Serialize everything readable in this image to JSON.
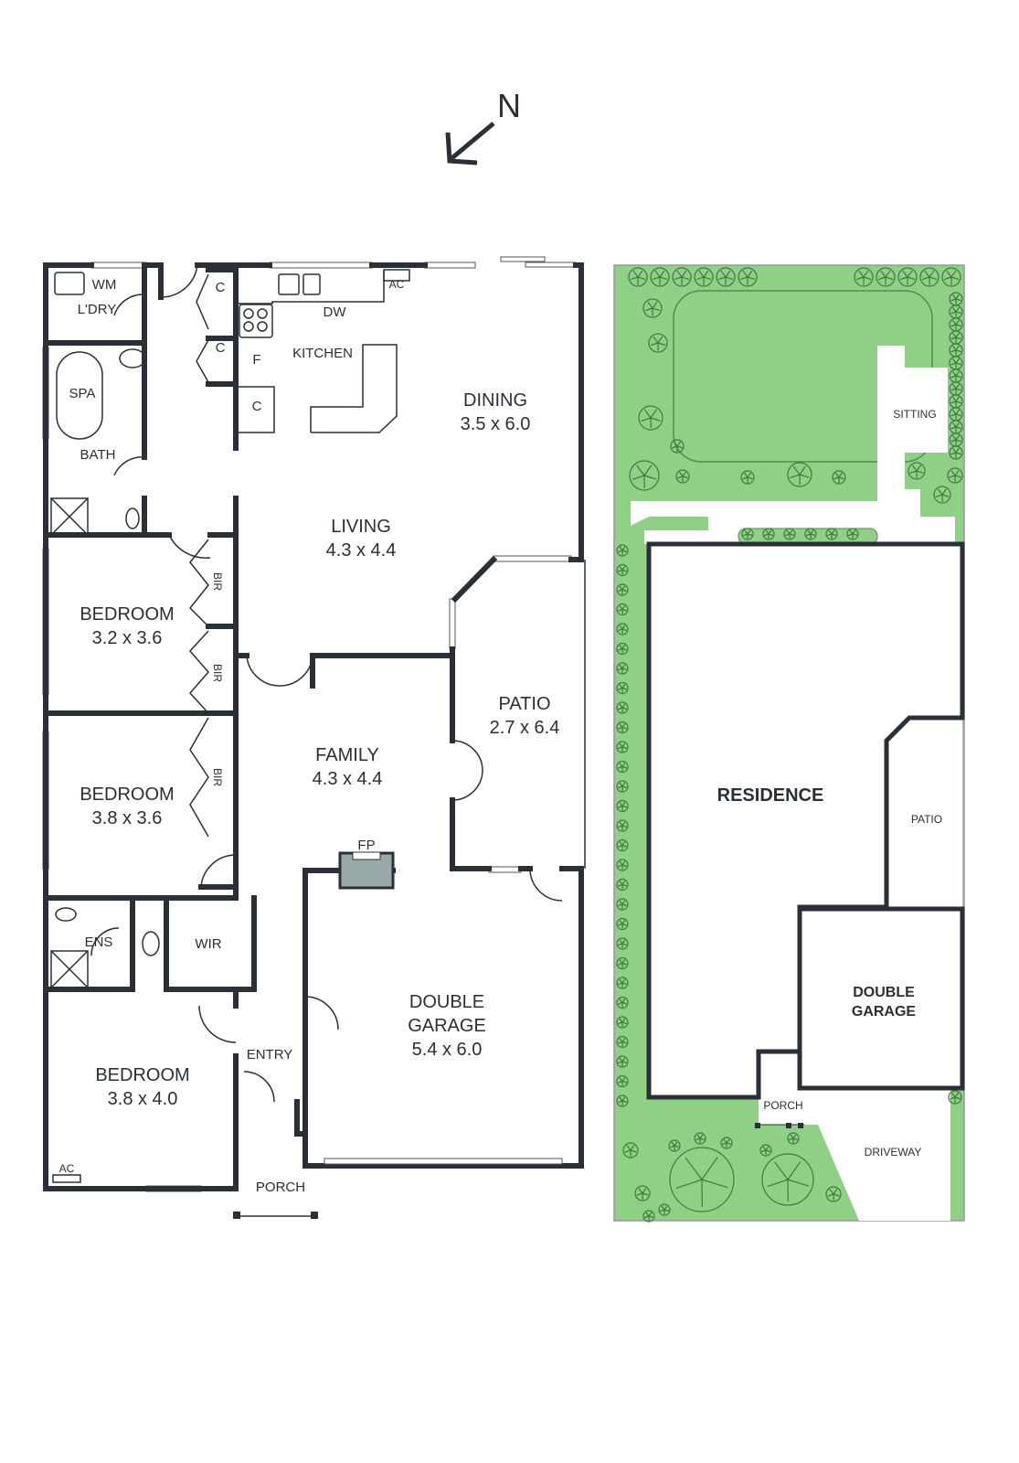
{
  "compass": {
    "label": "N"
  },
  "floorplan": {
    "rooms": [
      {
        "name": "WM",
        "dims": ""
      },
      {
        "name": "L'DRY",
        "dims": ""
      },
      {
        "name": "SPA",
        "dims": ""
      },
      {
        "name": "BATH",
        "dims": ""
      },
      {
        "name": "KITCHEN",
        "dims": ""
      },
      {
        "name": "DINING",
        "dims": "3.5 x 6.0"
      },
      {
        "name": "LIVING",
        "dims": "4.3 x 4.4"
      },
      {
        "name": "BEDROOM",
        "dims": "3.2 x 3.6"
      },
      {
        "name": "BEDROOM",
        "dims": "3.8 x 3.6"
      },
      {
        "name": "FAMILY",
        "dims": "4.3 x 4.4"
      },
      {
        "name": "PATIO",
        "dims": "2.7 x 6.4"
      },
      {
        "name": "ENS",
        "dims": ""
      },
      {
        "name": "WIR",
        "dims": ""
      },
      {
        "name": "BEDROOM",
        "dims": "3.8 x 4.0"
      },
      {
        "name": "ENTRY",
        "dims": ""
      },
      {
        "name": "DOUBLE",
        "dims": "GARAGE"
      },
      {
        "name": "PORCH",
        "dims": ""
      }
    ],
    "garage_dims": "5.4 x 6.0",
    "fixtures": {
      "c1": "C",
      "c2": "C",
      "c3": "C",
      "f": "F",
      "dw": "DW",
      "ac1": "AC",
      "ac2": "AC",
      "fp": "FP",
      "bir1": "BIR",
      "bir2": "BIR",
      "bir3": "BIR"
    }
  },
  "siteplan": {
    "residence": "RESIDENCE",
    "garage_line1": "DOUBLE",
    "garage_line2": "GARAGE",
    "patio": "PATIO",
    "sitting": "SITTING",
    "porch": "PORCH",
    "driveway": "DRIVEWAY",
    "colors": {
      "lawn": "#8fcf86",
      "tree": "#3f7a3c"
    }
  }
}
